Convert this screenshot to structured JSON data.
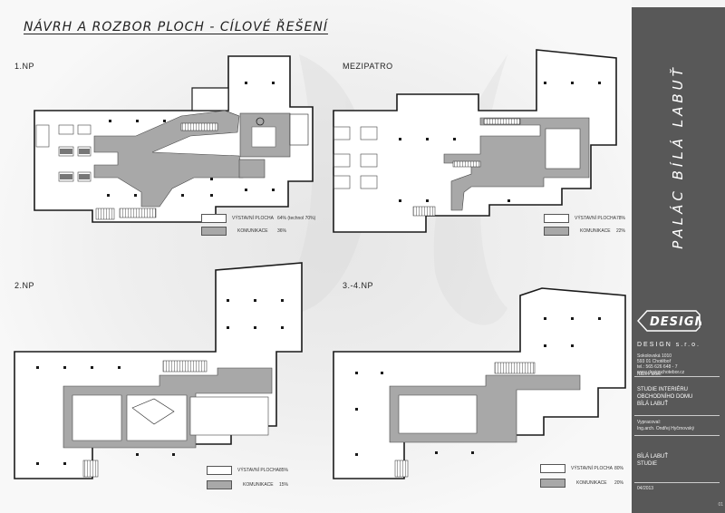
{
  "title": "NÁVRH A ROZBOR PLOCH - CÍLOVÉ ŘEŠENÍ",
  "floors": {
    "np1": "1.NP",
    "mezipatro": "MEZIPATRO",
    "np2": "2.NP",
    "np34": "3.-4.NP"
  },
  "legends": {
    "np1": {
      "exhibition": "VÝSTAVNÍ PLOCHA",
      "exhibition_value": "64% (technol 70%)",
      "communication": "KOMUNIKACE",
      "communication_value": "36%"
    },
    "mezipatro": {
      "exhibition": "VÝSTAVNÍ PLOCHA",
      "exhibition_value": "78%",
      "communication": "KOMUNIKACE",
      "communication_value": "22%"
    },
    "np2": {
      "exhibition": "VÝSTAVNÍ PLOCHA",
      "exhibition_value": "85%",
      "communication": "KOMUNIKACE",
      "communication_value": "15%"
    },
    "np34": {
      "exhibition": "VÝSTAVNÍ PLOCHA",
      "exhibition_value": "80%",
      "communication": "KOMUNIKACE",
      "communication_value": "20%"
    }
  },
  "colors": {
    "exhibition": "#ffffff",
    "communication": "#a8a8a8",
    "sidebar": "#585858",
    "walls": "#1a1a1a"
  },
  "sidebar": {
    "vertical_title": "PALÁC BÍLÁ LABUŤ",
    "logo": "DESIGN",
    "logo_sub": "DESIGN s.r.o.",
    "address": [
      "Sokolovská 1010",
      "593 01 Chotěboř",
      "tel.: 565 626 648 - 7",
      "www.designchotebor.cz"
    ],
    "project_caption": "Název akce:",
    "project": [
      "STUDIE INTERIÉRU",
      "OBCHODNÍHO DOMU",
      "BÍLÁ LABUŤ"
    ],
    "author_caption": "Vypracoval:",
    "author": "Ing.arch. Ondřej Hyčrnovský",
    "drawing": [
      "BÍLÁ LABUŤ",
      "STUDIE"
    ],
    "date": "04/2013",
    "page": "01"
  }
}
